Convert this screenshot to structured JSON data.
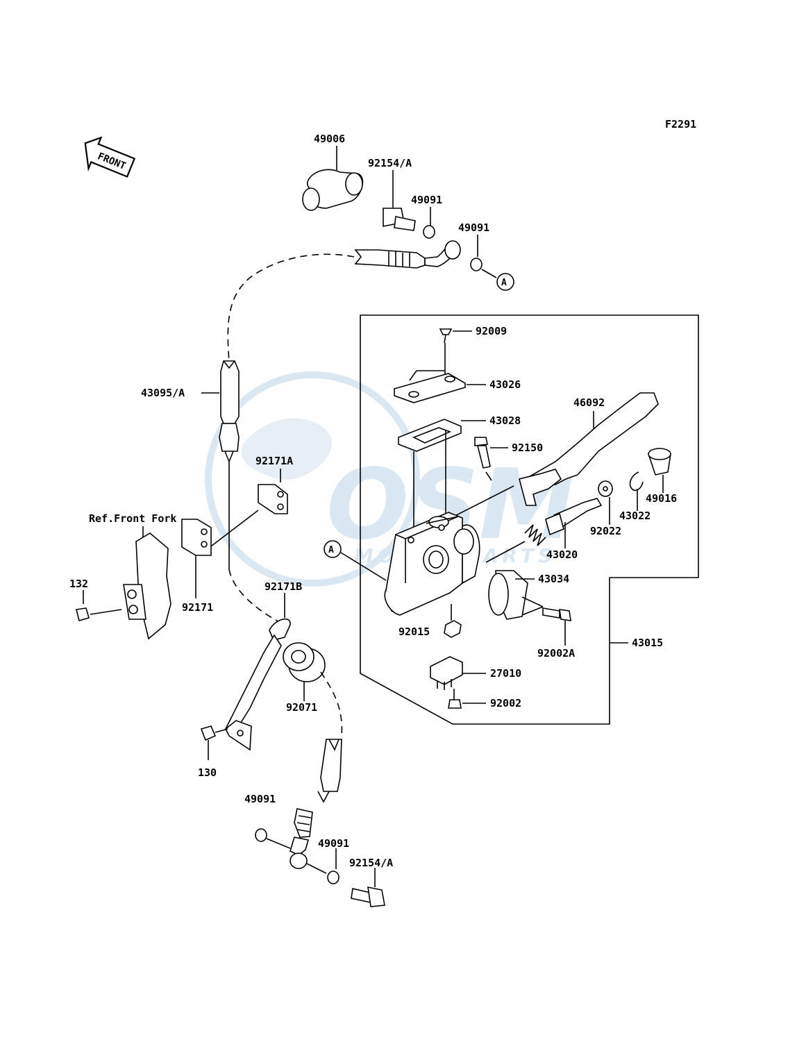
{
  "figure_code": "F2291",
  "front_arrow_text": "FRONT",
  "watermark": {
    "brand": "OSM",
    "sub": "MOTOR PARTS"
  },
  "ref_note": "Ref.Front Fork",
  "circle_ref": "A",
  "callouts": {
    "p49006": "49006",
    "p92154a_top": "92154/A",
    "p49091_a": "49091",
    "p49091_b": "49091",
    "p92009": "92009",
    "p43026": "43026",
    "p43028": "43028",
    "p46092": "46092",
    "p92150": "92150",
    "p43095a": "43095/A",
    "p92171a": "92171A",
    "p49016": "49016",
    "p43022": "43022",
    "p92022": "92022",
    "p43020": "43020",
    "p43034": "43034",
    "p132": "132",
    "p92171": "92171",
    "p92171b": "92171B",
    "p92015": "92015",
    "p92002a": "92002A",
    "p43015": "43015",
    "p27010": "27010",
    "p92002": "92002",
    "p92071": "92071",
    "p130": "130",
    "p49091_c": "49091",
    "p49091_d": "49091",
    "p92154a_bot": "92154/A"
  },
  "colors": {
    "line": "#000000",
    "watermark": "#dbe8f2",
    "background": "#ffffff"
  }
}
